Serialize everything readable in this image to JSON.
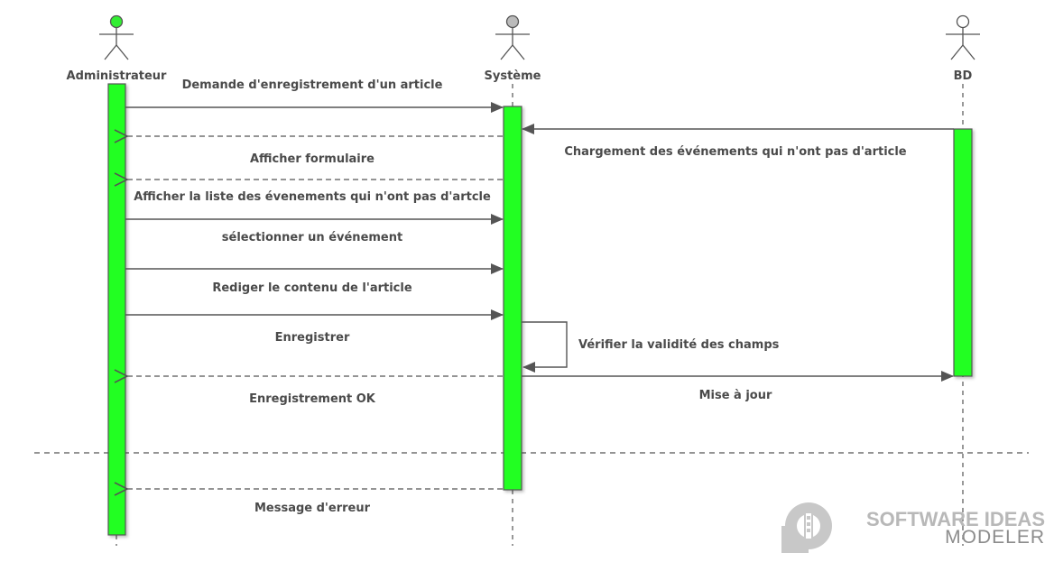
{
  "actors": [
    {
      "name": "Administrateur",
      "head_color": "#33ee33"
    },
    {
      "name": "Système",
      "head_color": "#bbbbbb"
    },
    {
      "name": "BD",
      "head_color": "#ffffff"
    }
  ],
  "colors": {
    "activation_fill": "#22ff22",
    "line": "#555555",
    "text": "#4a4a4a"
  },
  "messages": [
    {
      "label": "Demande d'enregistrement d'un article",
      "style": "solid"
    },
    {
      "label": "Chargement des événements qui n'ont pas d'article",
      "style": "solid"
    },
    {
      "label": "",
      "style": "dashed"
    },
    {
      "label": "Afficher formulaire",
      "style": "dashed"
    },
    {
      "label": "Afficher la liste des évenements qui n'ont pas d'artcle",
      "style": "solid"
    },
    {
      "label": "sélectionner un événement",
      "style": "solid"
    },
    {
      "label": "Rediger le contenu de l'article",
      "style": "solid"
    },
    {
      "label": "Enregistrer",
      "style": "solid"
    },
    {
      "label": "Vérifier la validité des champs",
      "style": "solid"
    },
    {
      "label": "Enregistrement OK",
      "style": "dashed"
    },
    {
      "label": "Mise à jour",
      "style": "solid"
    },
    {
      "label": "Message d'erreur",
      "style": "dashed"
    }
  ],
  "watermark": {
    "line1": "SOFTWARE IDEAS",
    "line2": "MODELER"
  }
}
